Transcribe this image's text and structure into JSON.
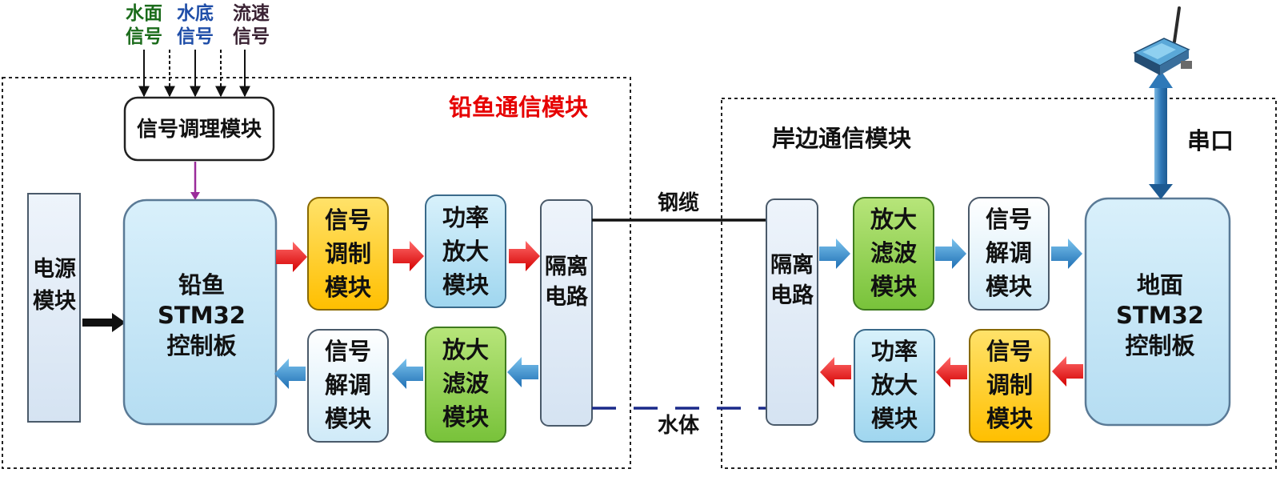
{
  "signals": {
    "surface": [
      "水面",
      "信号"
    ],
    "bottom": [
      "水底",
      "信号"
    ],
    "flow": [
      "流速",
      "信号"
    ]
  },
  "left_module": {
    "title": "铅鱼通信模块",
    "conditioning": "信号调理模块",
    "power": [
      "电源",
      "模块"
    ],
    "controller": [
      "铅鱼",
      "STM32",
      "控制板"
    ],
    "modulation": [
      "信号",
      "调制",
      "模块"
    ],
    "amplifier": [
      "功率",
      "放大",
      "模块"
    ],
    "isolation": [
      "隔离",
      "电路"
    ],
    "demodulation": [
      "信号",
      "解调",
      "模块"
    ],
    "filter": [
      "放大",
      "滤波",
      "模块"
    ]
  },
  "right_module": {
    "title": "岸边通信模块",
    "isolation": [
      "隔离",
      "电路"
    ],
    "filter": [
      "放大",
      "滤波",
      "模块"
    ],
    "demodulation": [
      "信号",
      "解调",
      "模块"
    ],
    "controller": [
      "地面",
      "STM32",
      "控制板"
    ],
    "amplifier": [
      "功率",
      "放大",
      "模块"
    ],
    "modulation": [
      "信号",
      "调制",
      "模块"
    ],
    "serial": "串口"
  },
  "links": {
    "cable": "钢缆",
    "water": "水体"
  },
  "colors": {
    "yellow": "#ffcc00",
    "light_blue": "#bfe3f5",
    "green": "#8fd14f",
    "controller_blue": "#c5e6f7",
    "red_arrow": "#ee1111",
    "blue_arrow": "#2e86c9",
    "title_red": "#e60000",
    "surface_green": "#1a6b1a",
    "bottom_blue": "#1f4ea8",
    "flow_dark": "#3a2233"
  }
}
